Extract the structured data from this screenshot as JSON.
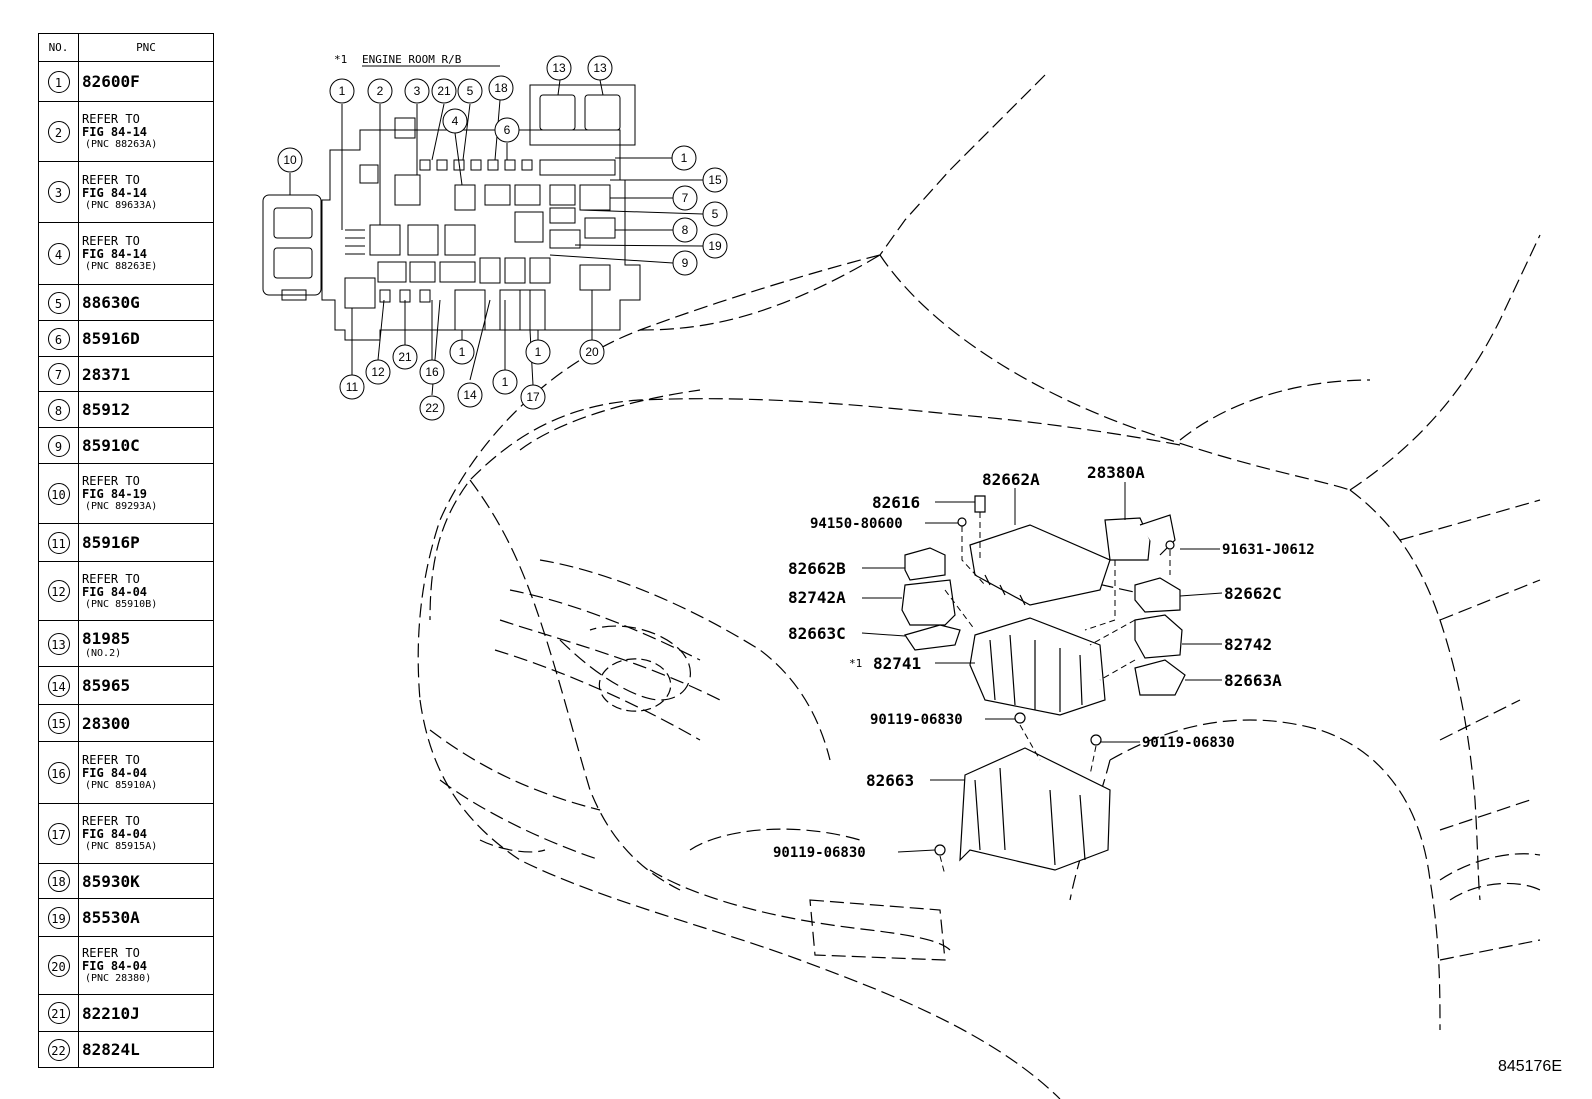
{
  "table": {
    "header_no": "NO.",
    "header_pnc": "PNC",
    "rows": [
      {
        "no": "1",
        "pnc": "82600F"
      },
      {
        "no": "2",
        "ref1": "REFER TO",
        "ref2": "FIG 84-14",
        "ref3": "(PNC 88263A)"
      },
      {
        "no": "3",
        "ref1": "REFER TO",
        "ref2": "FIG 84-14",
        "ref3": "(PNC 89633A)"
      },
      {
        "no": "4",
        "ref1": "REFER TO",
        "ref2": "FIG 84-14",
        "ref3": "(PNC 88263E)"
      },
      {
        "no": "5",
        "pnc": "88630G"
      },
      {
        "no": "6",
        "pnc": "85916D"
      },
      {
        "no": "7",
        "pnc": "28371"
      },
      {
        "no": "8",
        "pnc": "85912"
      },
      {
        "no": "9",
        "pnc": "85910C"
      },
      {
        "no": "10",
        "ref1": "REFER TO",
        "ref2": "FIG 84-19",
        "ref3": "(PNC 89293A)"
      },
      {
        "no": "11",
        "pnc": "85916P"
      },
      {
        "no": "12",
        "ref1": "REFER TO",
        "ref2": "FIG 84-04",
        "ref3": "(PNC 85910B)"
      },
      {
        "no": "13",
        "pnc": "81985",
        "sub": "(NO.2)"
      },
      {
        "no": "14",
        "pnc": "85965"
      },
      {
        "no": "15",
        "pnc": "28300"
      },
      {
        "no": "16",
        "ref1": "REFER TO",
        "ref2": "FIG 84-04",
        "ref3": "(PNC 85910A)"
      },
      {
        "no": "17",
        "ref1": "REFER TO",
        "ref2": "FIG 84-04",
        "ref3": "(PNC 85915A)"
      },
      {
        "no": "18",
        "pnc": "85930K"
      },
      {
        "no": "19",
        "pnc": "85530A"
      },
      {
        "no": "20",
        "ref1": "REFER TO",
        "ref2": "FIG 84-04",
        "ref3": "(PNC 28380)"
      },
      {
        "no": "21",
        "pnc": "82210J"
      },
      {
        "no": "22",
        "pnc": "82824L"
      }
    ]
  },
  "inset": {
    "title_mark": "*1",
    "title": "ENGINE ROOM R/B",
    "callouts": {
      "c1a": "1",
      "c2": "2",
      "c3": "3",
      "c21a": "21",
      "c5a": "5",
      "c18": "18",
      "c13a": "13",
      "c13b": "13",
      "c4": "4",
      "c6": "6",
      "c10": "10",
      "r1": "1",
      "r15": "15",
      "r7": "7",
      "r5": "5",
      "r8": "8",
      "r19": "19",
      "r9": "9",
      "b1a": "1",
      "b1b": "1",
      "b20": "20",
      "b21": "21",
      "b16": "16",
      "b12": "12",
      "b11": "11",
      "b22": "22",
      "b14": "14",
      "b1c": "1",
      "b17": "17"
    }
  },
  "parts": {
    "p82662A": "82662A",
    "p28380A": "28380A",
    "p82616": "82616",
    "p94150": "94150-80600",
    "p91631": "91631-J0612",
    "p82662B": "82662B",
    "p82742A": "82742A",
    "p82663C": "82663C",
    "p82741_mark": "*1",
    "p82741": "82741",
    "p82662C": "82662C",
    "p82742": "82742",
    "p82663A": "82663A",
    "p90119a": "90119-06830",
    "p90119b": "90119-06830",
    "p82663": "82663",
    "p90119c": "90119-06830"
  },
  "footer": {
    "code": "845176E"
  }
}
